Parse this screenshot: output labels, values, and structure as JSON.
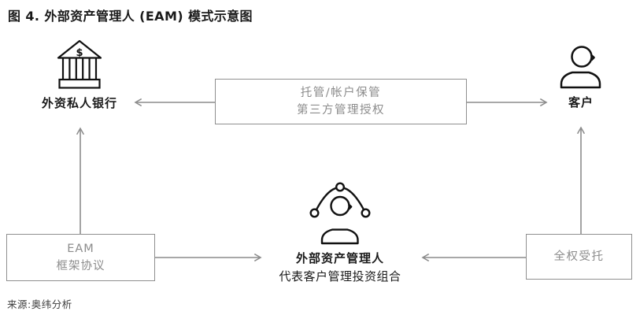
{
  "title": "图 4. 外部资产管理人 (EAM) 模式示意图",
  "source": "来源:奥纬分析",
  "colors": {
    "ink": "#1a1a1a",
    "connector": "#8c8c8c",
    "box_border": "#8f8f8f",
    "box_text": "#8c8c8c"
  },
  "icons": {
    "bank": "bank-building-icon",
    "bank_glyph": "$",
    "client": "person-icon",
    "eam": "person-network-icon"
  },
  "nodes": {
    "bank": {
      "label": "外资私人银行"
    },
    "client": {
      "label": "客户"
    },
    "eam": {
      "label": "外部资产管理人",
      "sublabel": "代表客户管理投资组合"
    }
  },
  "boxes": {
    "custody": {
      "line1": "托管/帐户保管",
      "line2": "第三方管理授权"
    },
    "agreement": {
      "line1": "EAM",
      "line2": "框架协议"
    },
    "mandate": {
      "line1": "全权受托"
    }
  }
}
